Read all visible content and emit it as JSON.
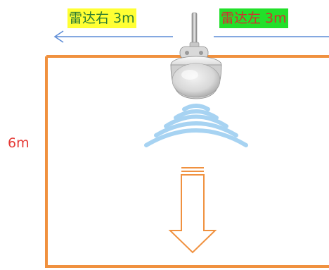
{
  "labels": {
    "radar_right": "雷达右 3m",
    "radar_left": "雷达左 3m",
    "height": "6m"
  },
  "colors": {
    "room_outline": "#f0913f",
    "arrow_outline": "#f0913f",
    "dimension_arrow": "#5b8bd6",
    "wave": "#a7d3f2",
    "label_right_bg": "#ffff33",
    "label_right_text": "#2e7d32",
    "label_left_bg": "#22e02a",
    "label_left_text": "#d32f2f",
    "height_text": "#e53935"
  },
  "icons": {
    "sensor": "radar-sensor-icon",
    "waves": "signal-wave-icon",
    "direction": "down-arrow-icon"
  }
}
